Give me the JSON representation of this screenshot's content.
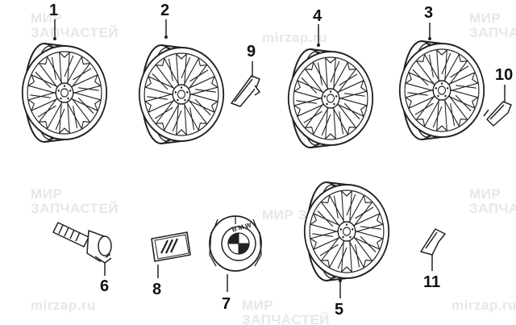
{
  "watermark": {
    "brand_line1": "МИР",
    "brand_line2": "ЗАПЧАСТЕЙ",
    "brand_inline": "МИР ЗАПЧАСТЕЙ",
    "domain": "mirzap.ru"
  },
  "callouts": {
    "part1": "1",
    "part2": "2",
    "part3": "3",
    "part4": "4",
    "part5": "5",
    "part6": "6",
    "part7": "7",
    "part8": "8",
    "part9": "9",
    "part10": "10",
    "part11": "11"
  },
  "colors": {
    "line": "#222222",
    "watermark": "#e7e7e7",
    "background": "#ffffff"
  },
  "icons": {
    "wheel": "wheel-rim-icon",
    "lug_bolt": "lug-bolt-icon",
    "center_cap": "center-cap-icon",
    "badge": "emblem-badge-icon",
    "trim": "trim-clip-icon"
  }
}
